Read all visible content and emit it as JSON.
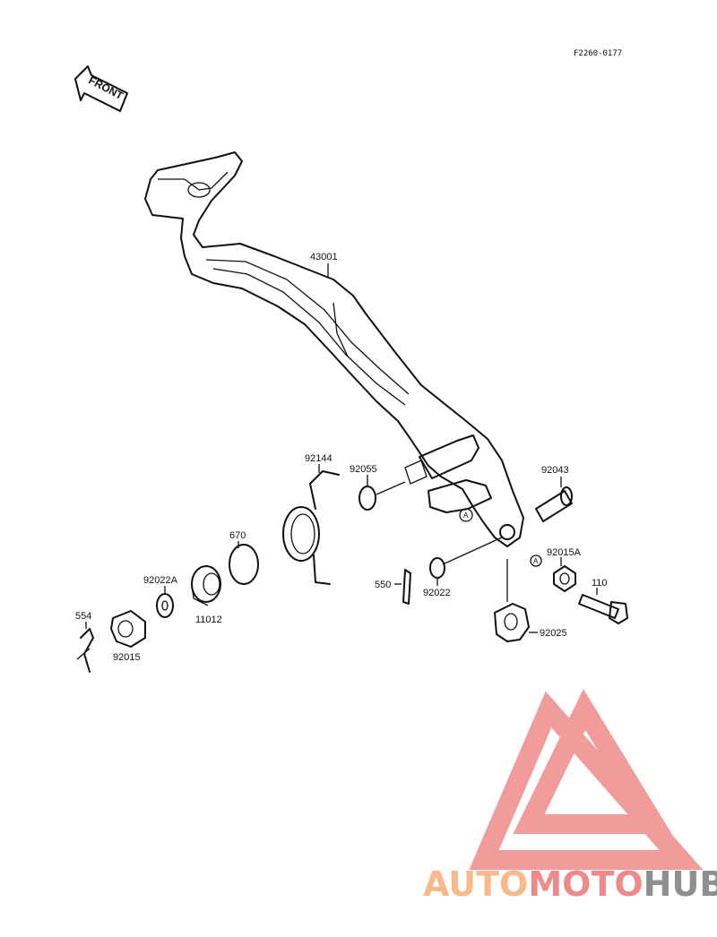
{
  "diagram_code": "F2260-0177",
  "front_marker": "FRONT",
  "reference_mark": "A",
  "parts": {
    "p43001": "43001",
    "p92144": "92144",
    "p92055": "92055",
    "p92043": "92043",
    "p670": "670",
    "p92022A": "92022A",
    "p11012": "11012",
    "p554": "554",
    "p92015": "92015",
    "p550": "550",
    "p92022": "92022",
    "p92015A": "92015A",
    "p110": "110",
    "p92025": "92025"
  },
  "watermark": {
    "part1": "AUTO",
    "part2": "MOTO",
    "part3": "HUB",
    "color_light": "#f9b98a",
    "color_red": "#f08a8a",
    "color_gray": "#8f8f8f"
  }
}
